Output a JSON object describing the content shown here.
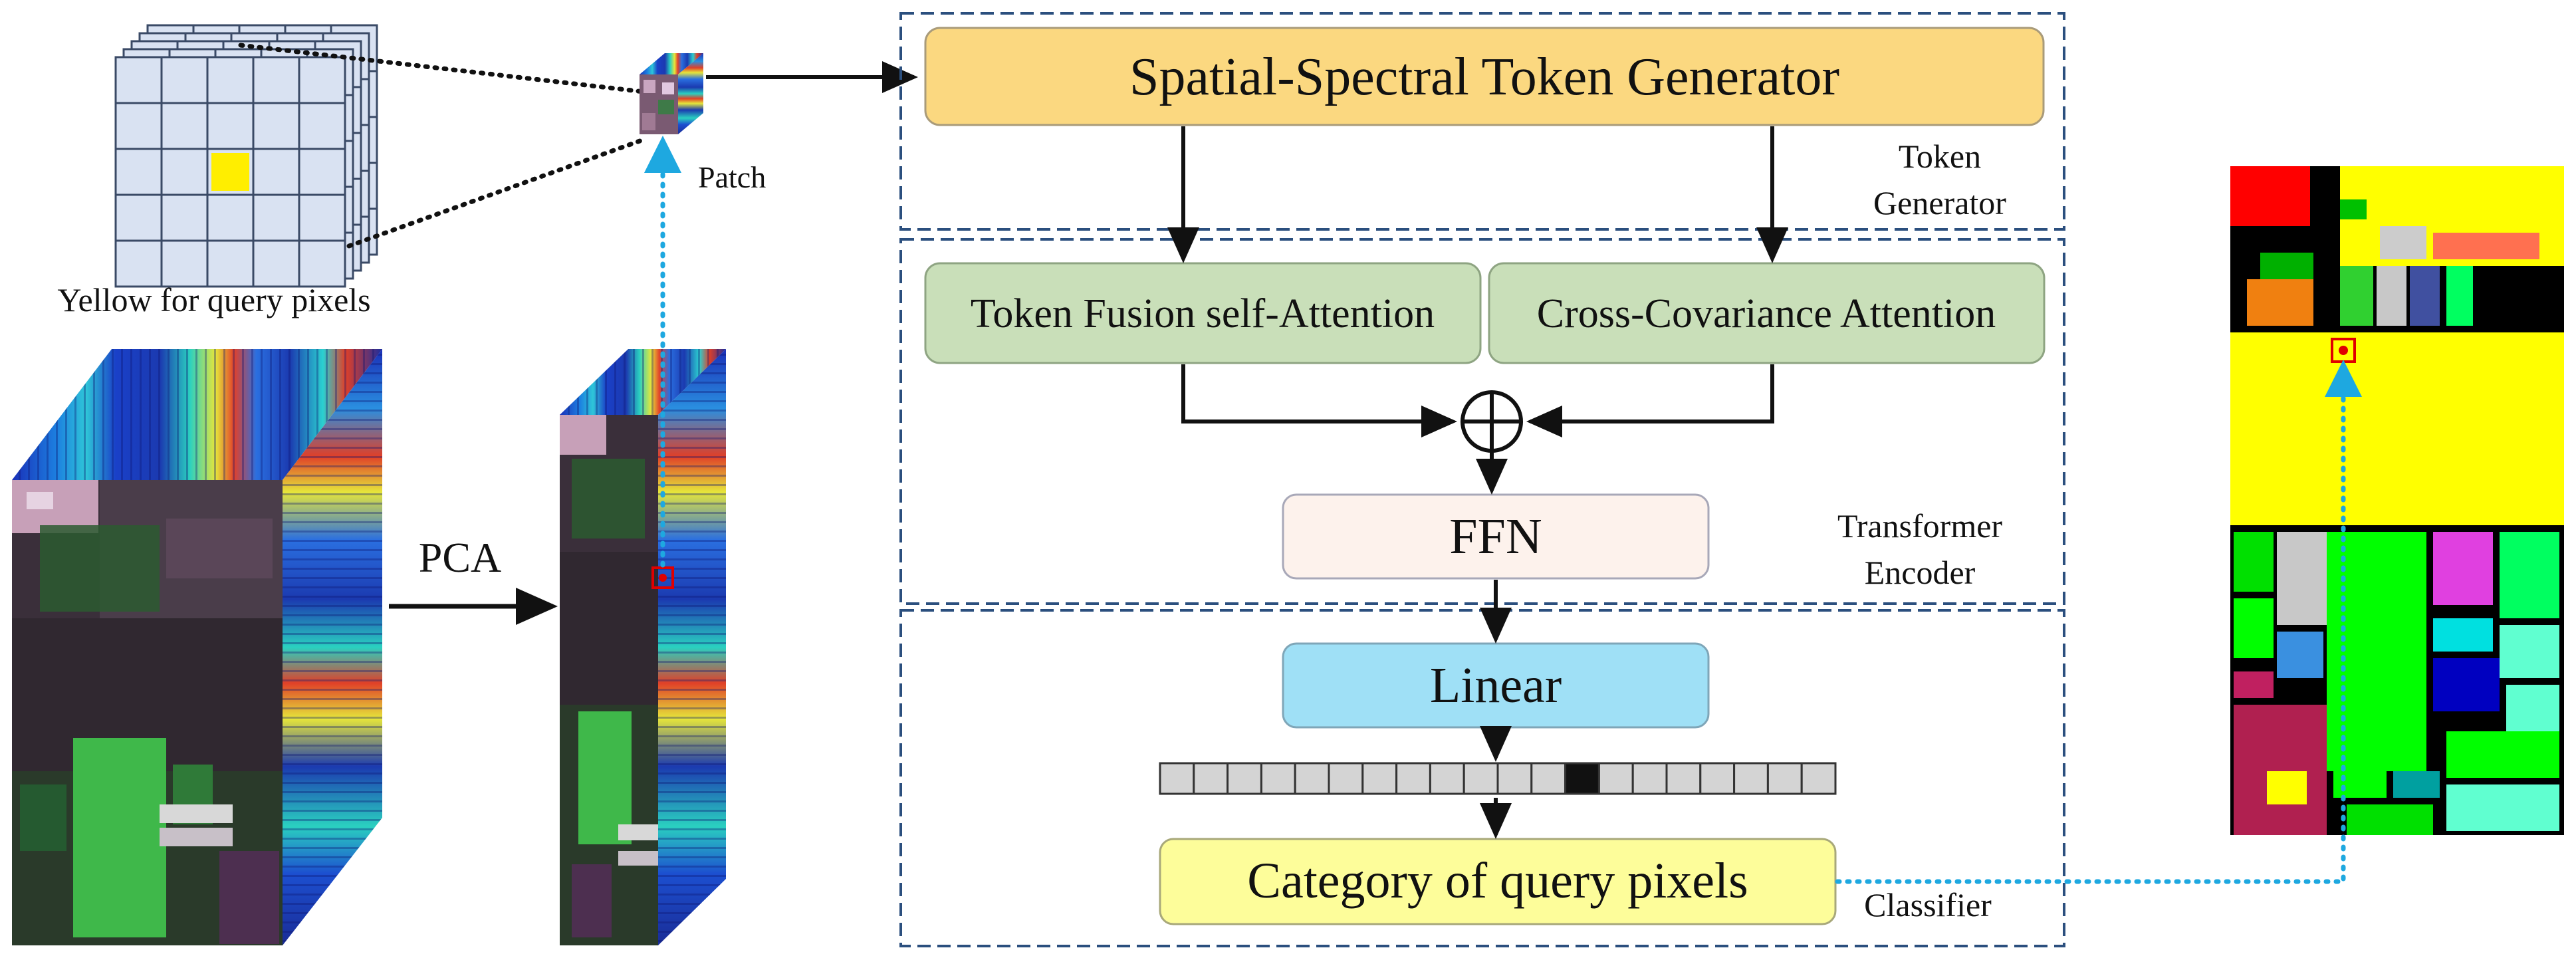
{
  "labels": {
    "query_caption": "Yellow for query pixels",
    "patch": "Patch",
    "pca": "PCA",
    "token_generator_line1": "Token",
    "token_generator_line2": "Generator",
    "transformer_line1": "Transformer",
    "transformer_line2": "Encoder",
    "classifier": "Classifier"
  },
  "blocks": {
    "sstg": "Spatial-Spectral Token Generator",
    "tfsa": "Token Fusion self-Attention",
    "cca": "Cross-Covariance Attention",
    "ffn": "FFN",
    "linear": "Linear",
    "category": "Category of query pixels"
  },
  "token_vector": {
    "cells": 20,
    "highlight_index": 12
  },
  "colors": {
    "sstg_fill": "#fbd880",
    "attention_fill": "#c9dfb9",
    "ffn_fill": "#fdf2ec",
    "linear_fill": "#9fe0f6",
    "category_fill": "#fdfd9a",
    "dash_border": "#2b4f7e",
    "connector_dotted": "#1ea8e0",
    "query_pixel": "#ffee00",
    "marker_red": "#e00000"
  }
}
